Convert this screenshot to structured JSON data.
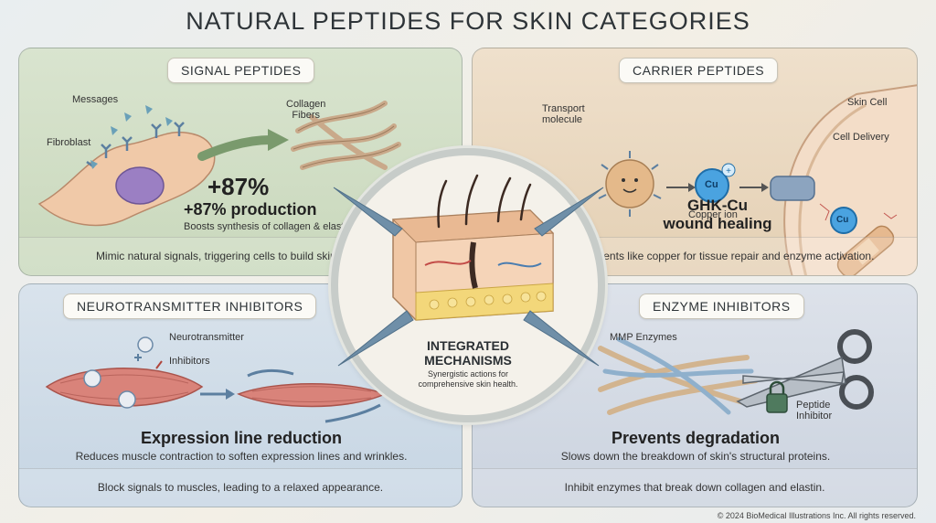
{
  "title": "NATURAL PEPTIDES FOR SKIN CATEGORIES",
  "signal": {
    "label": "SIGNAL PEPTIDES",
    "messages": "Messages",
    "fibroblast": "Fibroblast",
    "collagen_line1": "Collagen",
    "collagen_line2": "Fibers",
    "stat_big": "+87%",
    "stat_sub": "+87% production",
    "stat_desc": "Boosts synthesis of collagen & elastin.",
    "footer": "Mimic natural signals, triggering cells to build skin structure."
  },
  "carrier": {
    "label": "CARRIER PEPTIDES",
    "transport_line1": "Transport",
    "transport_line2": "molecule",
    "copper_ion": "Copper ion",
    "cu": "Cu",
    "skin_cell": "Skin Cell",
    "cell_delivery": "Cell Delivery",
    "headline_line1": "GHK-Cu",
    "headline_line2": "wound healing",
    "footer": "Deliver trace elements like copper for tissue repair and enzyme activation."
  },
  "neuro": {
    "label": "NEUROTRANSMITTER INHIBITORS",
    "neurotransmitter": "Neurotransmitter",
    "inhibitors": "Inhibitors",
    "headline": "Expression line reduction",
    "desc": "Reduces muscle contraction to soften expression lines and wrinkles.",
    "footer": "Block signals to muscles, leading to a relaxed appearance."
  },
  "enzyme": {
    "label": "ENZYME INHIBITORS",
    "mmp": "MMP Enzymes",
    "peptide_line1": "Peptide",
    "peptide_line2": "Inhibitor",
    "headline": "Prevents degradation",
    "desc": "Slows down the breakdown of skin's structural proteins.",
    "footer": "Inhibit enzymes that break down collagen and elastin."
  },
  "center": {
    "title_line1": "INTEGRATED",
    "title_line2": "MECHANISMS",
    "desc_line1": "Synergistic actions for",
    "desc_line2": "comprehensive skin health."
  },
  "copyright": "© 2024 BioMedical Illustrations Inc. All rights reserved.",
  "colors": {
    "signal_bg": "#d3dfc7",
    "carrier_bg": "#ead8c0",
    "neuro_bg": "#cfdce8",
    "enzyme_bg": "#d4dae4",
    "copper": "#2a8fd6"
  }
}
